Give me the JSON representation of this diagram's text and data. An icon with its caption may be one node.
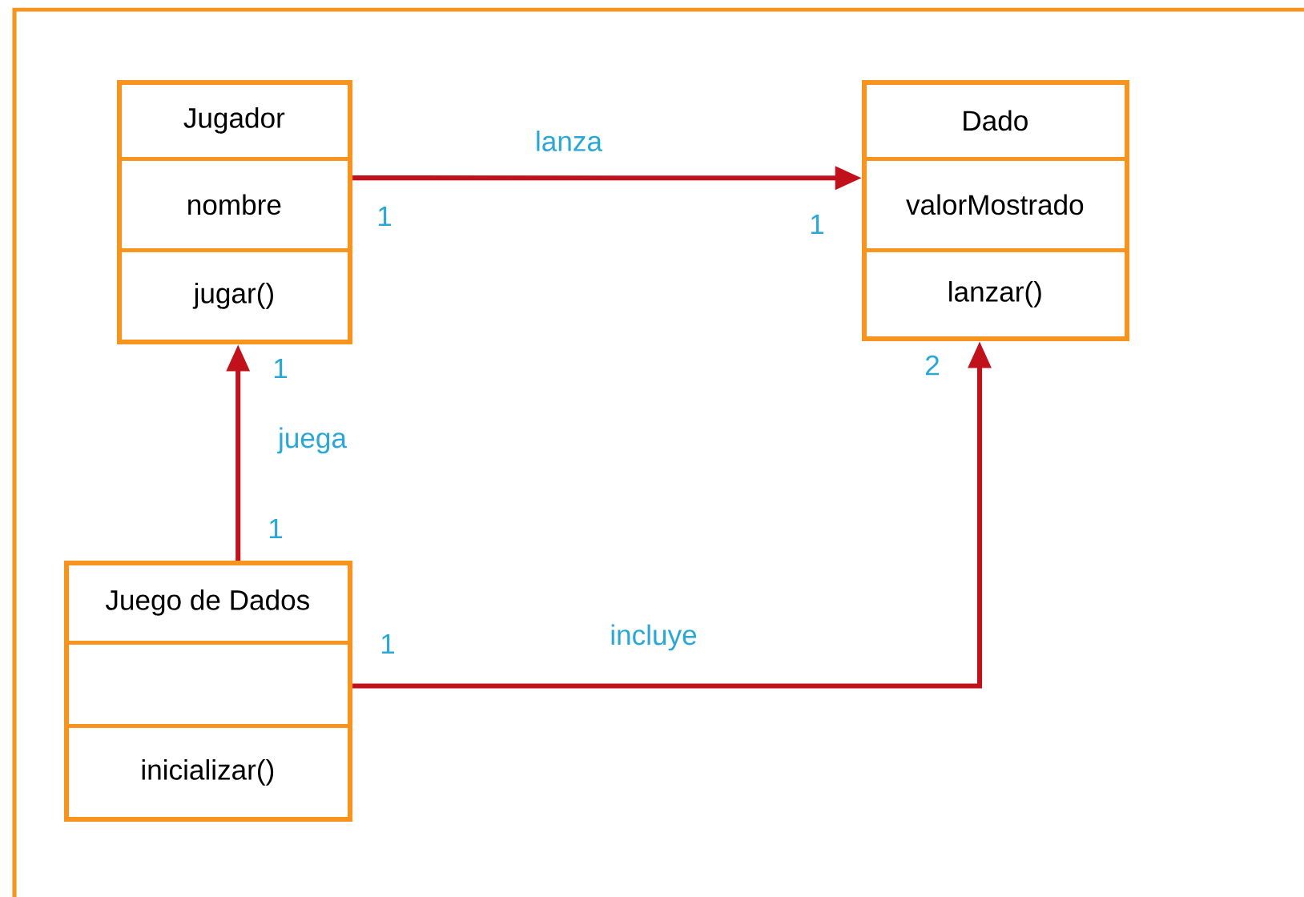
{
  "diagram": {
    "nodes": [
      {
        "text": [],
        "shape": "box"
      },
      {
        "text": [
          "Jugador"
        ],
        "in": 0
      },
      {
        "text": [
          "nombre"
        ],
        "in": 0
      },
      {
        "text": [
          "jugar()"
        ],
        "in": 0
      },
      {
        "text": [],
        "shape": "box"
      },
      {
        "text": [
          "Dado"
        ],
        "in": 4
      },
      {
        "text": [
          "valorMostrado"
        ],
        "in": 4
      },
      {
        "text": [
          "lanzar()"
        ],
        "in": 4
      },
      {
        "text": [],
        "shape": "box"
      },
      {
        "text": [
          "Juego de Dados"
        ],
        "in": 8
      },
      {
        "text": [],
        "shape": "box",
        "in": 8
      },
      {
        "text": [
          "inicializar()"
        ],
        "in": 8
      }
    ],
    "edges": [
      {
        "from": 0,
        "to": 4,
        "arrow": "to",
        "label": "lanza"
      },
      {
        "from": 8,
        "to": 0,
        "arrow": "to",
        "label": "juega"
      },
      {
        "from": 8,
        "to": 4,
        "arrow": "to",
        "label": "incluye"
      }
    ],
    "labels": [
      "1",
      "1",
      "1",
      "2",
      "1",
      "1"
    ]
  }
}
